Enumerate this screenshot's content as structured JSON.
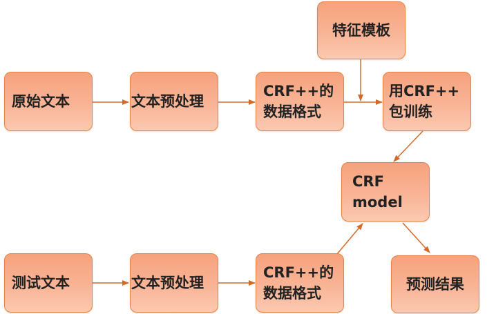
{
  "colors": {
    "node_border": "#e0844a",
    "node_fill_top": "#f6a27c",
    "node_fill_bottom": "#fbc9b1",
    "edge": "#d46a2a"
  },
  "nodes": {
    "raw_text": "原始文本",
    "preprocess_top": "文本预处理",
    "crf_format_top": "CRF++的\n数据格式",
    "feature_template": "特征模板",
    "train_crf": "用CRF++\n包训练",
    "crf_model": "CRF\nmodel",
    "test_text": "测试文本",
    "preprocess_bottom": "文本预处理",
    "crf_format_bottom": "CRF++的\n数据格式",
    "predict_result": "预测结果"
  },
  "edges": [
    {
      "from": "raw_text",
      "to": "preprocess_top"
    },
    {
      "from": "preprocess_top",
      "to": "crf_format_top"
    },
    {
      "from": "crf_format_top",
      "to": "train_crf"
    },
    {
      "from": "feature_template",
      "to": "train_crf"
    },
    {
      "from": "train_crf",
      "to": "crf_model"
    },
    {
      "from": "test_text",
      "to": "preprocess_bottom"
    },
    {
      "from": "preprocess_bottom",
      "to": "crf_format_bottom"
    },
    {
      "from": "crf_format_bottom",
      "to": "crf_model"
    },
    {
      "from": "crf_model",
      "to": "predict_result"
    }
  ]
}
